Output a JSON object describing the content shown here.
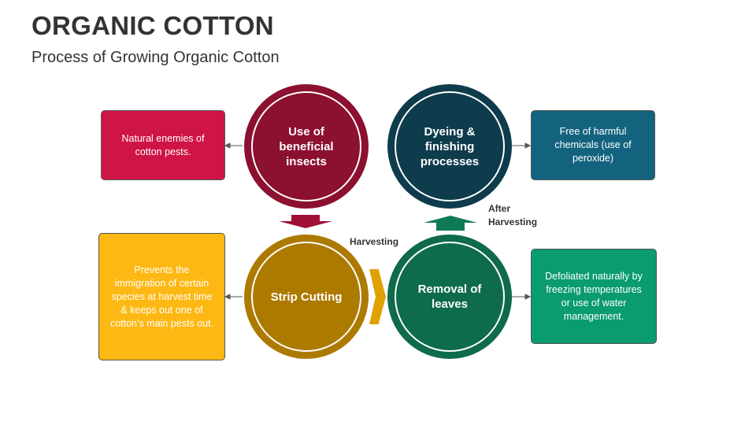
{
  "title": "ORGANIC COTTON",
  "subtitle": "Process of Growing Organic Cotton",
  "steps": {
    "beneficial": {
      "label": "Use of beneficial insects",
      "detail": "Natural enemies of cotton pests.",
      "circle_color": "#8C1030",
      "box_color": "#CF1446"
    },
    "dyeing": {
      "label": "Dyeing & finishing processes",
      "detail": "Free of harmful chemicals (use of peroxide)",
      "circle_color": "#0E3C4C",
      "box_color": "#13637F"
    },
    "strip": {
      "label": "Strip Cutting",
      "detail": "Prevents the immigration of certain species at harvest time & keeps out one of cotton’s main pests out.",
      "circle_color": "#AD7A00",
      "box_color": "#FDB813"
    },
    "removal": {
      "label": "Removal of leaves",
      "detail": "Defoliated naturally by freezing temperatures or use of water management.",
      "circle_color": "#0E6B4C",
      "box_color": "#0A9B70"
    }
  },
  "connectors": {
    "harvesting": "Harvesting",
    "after_harvesting_line1": "After",
    "after_harvesting_line2": "Harvesting"
  },
  "colors": {
    "down_arrow": "#A01036",
    "up_arrow": "#0E7A57",
    "right_arrow": "#E0A000"
  }
}
